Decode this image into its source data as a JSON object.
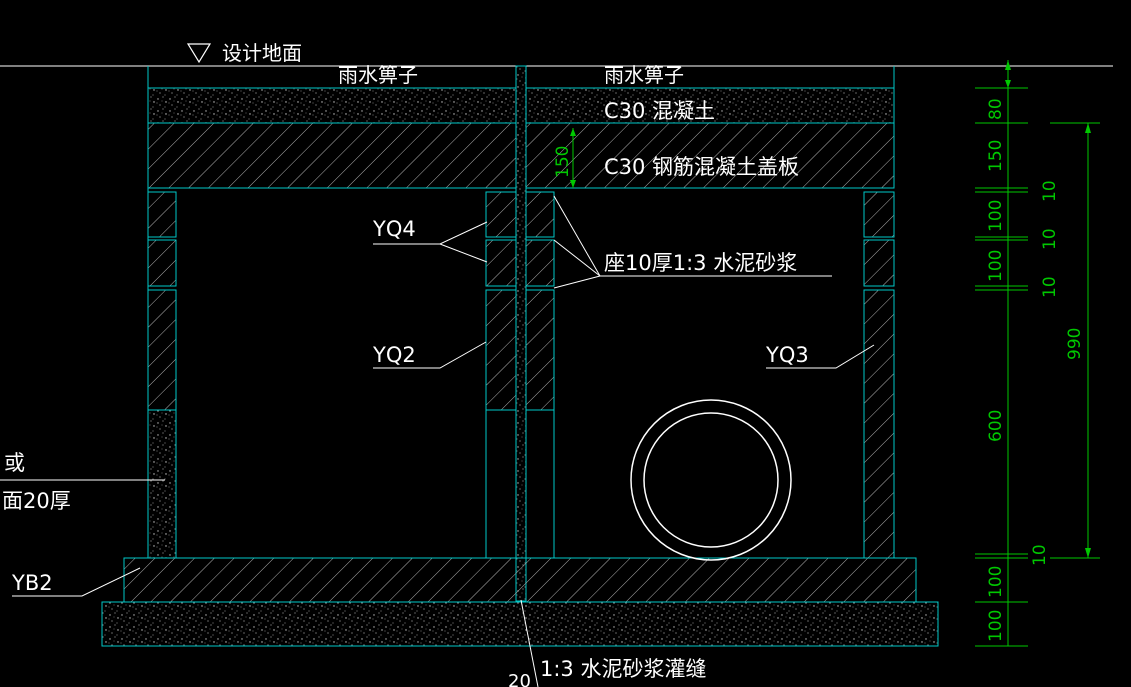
{
  "drawing": {
    "ground_label": "设计地面",
    "grate_left": "雨水箅子",
    "grate_right": "雨水箅子",
    "concrete_layer": "C30 混凝土",
    "cover_slab": "C30 钢筋混凝土盖板",
    "slab_thickness": "150",
    "yq4": "YQ4",
    "yq2": "YQ2",
    "yq3": "YQ3",
    "yb2": "YB2",
    "mortar_bed": "座10厚1:3 水泥砂浆",
    "joint_fill": "1:3 水泥砂浆灌缝",
    "joint_width": "20",
    "left_note_1": "或",
    "left_note_2": "面20厚"
  },
  "dimensions": {
    "right_col": [
      "80",
      "150",
      "100",
      "100",
      "600",
      "100",
      "100"
    ],
    "small_col": [
      "10",
      "10",
      "10",
      "10"
    ],
    "total": "990"
  },
  "colors": {
    "background": "#000000",
    "structure": "#00c8c8",
    "dimension": "#00c800",
    "text": "#ffffff"
  }
}
